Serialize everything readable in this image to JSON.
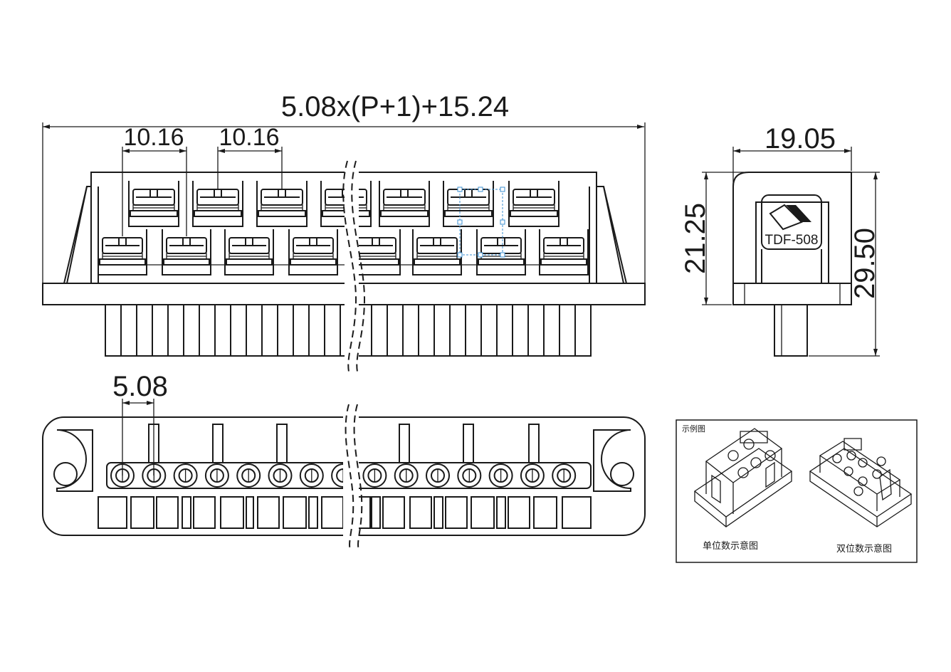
{
  "dimensions": {
    "overall_length": "5.08x(P+1)+15.24",
    "pitch_upper_1": "10.16",
    "pitch_upper_2": "10.16",
    "pitch_bottom": "5.08",
    "side_width": "19.05",
    "side_height_body": "21.25",
    "side_height_total": "29.50"
  },
  "side_view": {
    "label": "TDF-508"
  },
  "example_panel": {
    "title": "示例图",
    "caption_single": "单位数示意图",
    "caption_double": "双位数示意图"
  },
  "colors": {
    "line": "#1a1a1a",
    "selection": "#3b8fd1",
    "background": "#ffffff"
  },
  "icons": [
    "brand-logo-icon"
  ]
}
